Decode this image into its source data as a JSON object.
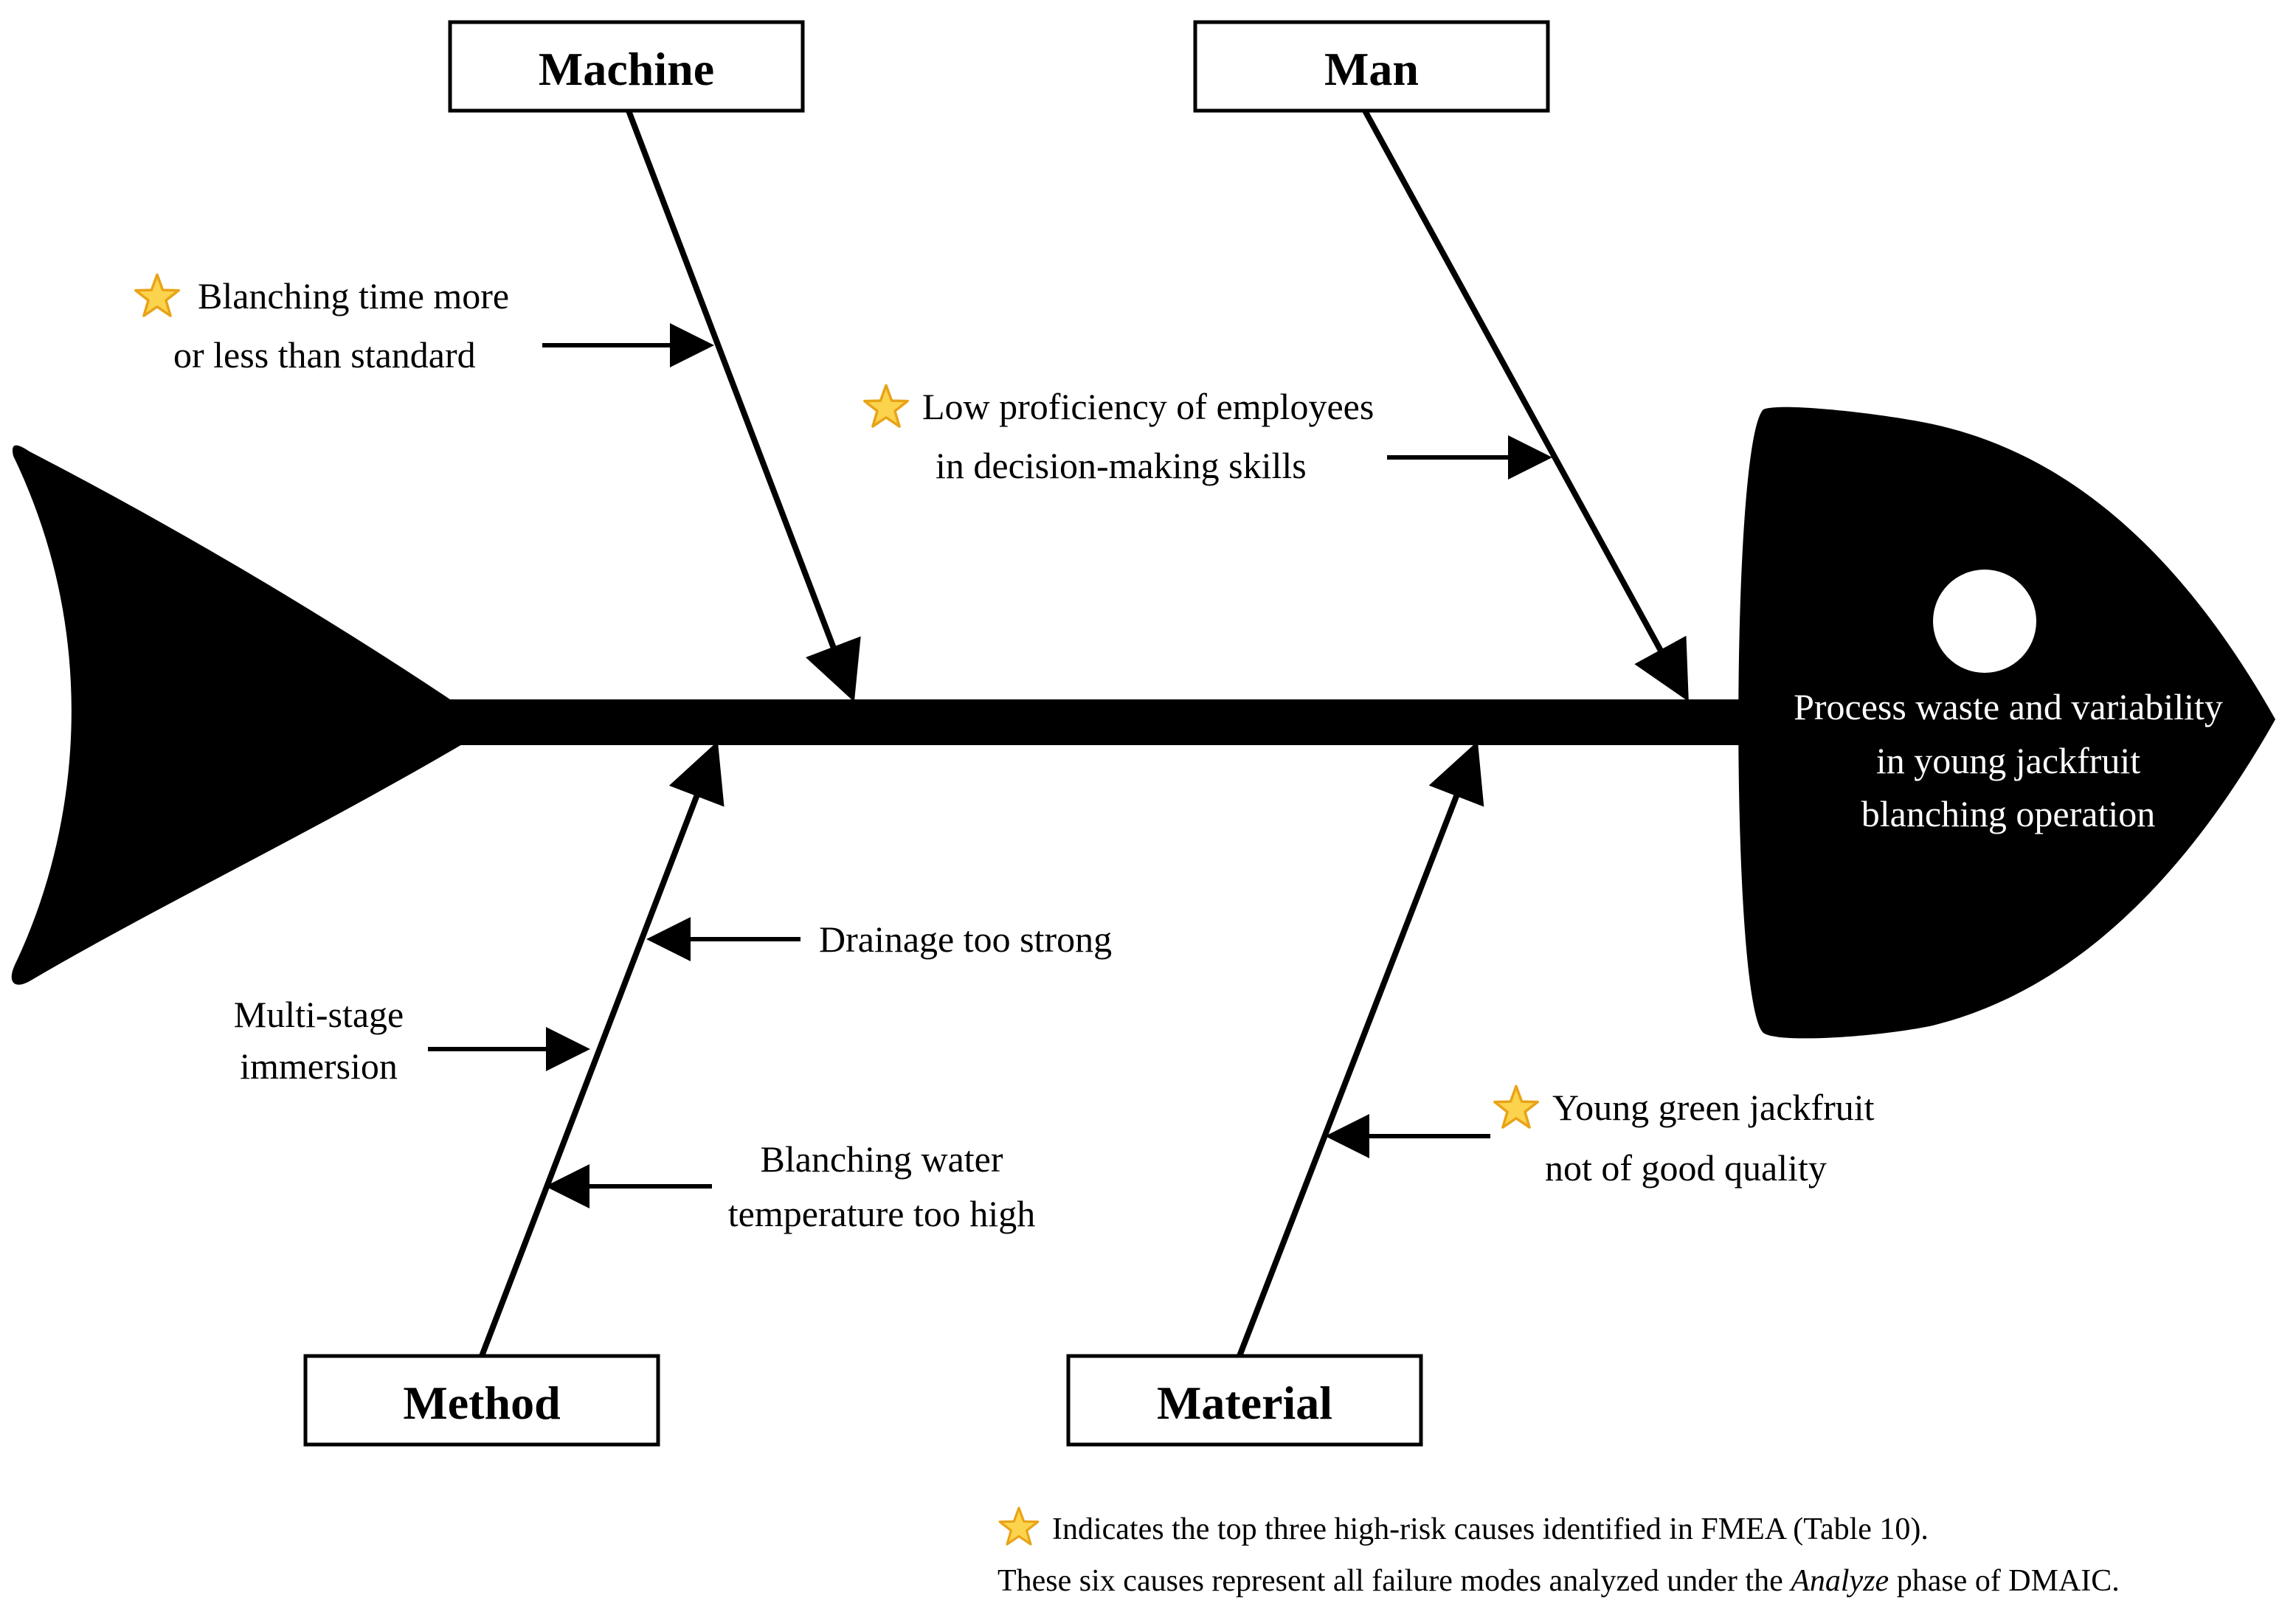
{
  "categories": {
    "machine": "Machine",
    "man": "Man",
    "method": "Method",
    "material": "Material"
  },
  "effect": {
    "line1": "Process waste and variability",
    "line2": "in young jackfruit",
    "line3": "blanching operation"
  },
  "causes": {
    "blanching_time": {
      "line1": "Blanching time more",
      "line2": "or less than standard",
      "starred": true
    },
    "low_proficiency": {
      "line1": "Low proficiency of employees",
      "line2": "in decision-making skills",
      "starred": true
    },
    "drainage": {
      "line1": "Drainage too strong",
      "starred": false
    },
    "multi_stage": {
      "line1": "Multi-stage",
      "line2": "immersion",
      "starred": false
    },
    "water_temp": {
      "line1": "Blanching water",
      "line2": "temperature too high",
      "starred": false
    },
    "young_green": {
      "line1": "Young green jackfruit",
      "line2": "not of good quality",
      "starred": true
    }
  },
  "legend": {
    "line1": "Indicates the top three high-risk causes identified in FMEA (Table 10).",
    "line2_pre": "These six causes represent all failure modes analyzed under the ",
    "line2_em": "Analyze",
    "line2_post": " phase of DMAIC."
  },
  "colors": {
    "fish": "#000000",
    "star_fill": "#fcd34d",
    "star_stroke": "#e8a317",
    "eye": "#ffffff"
  }
}
